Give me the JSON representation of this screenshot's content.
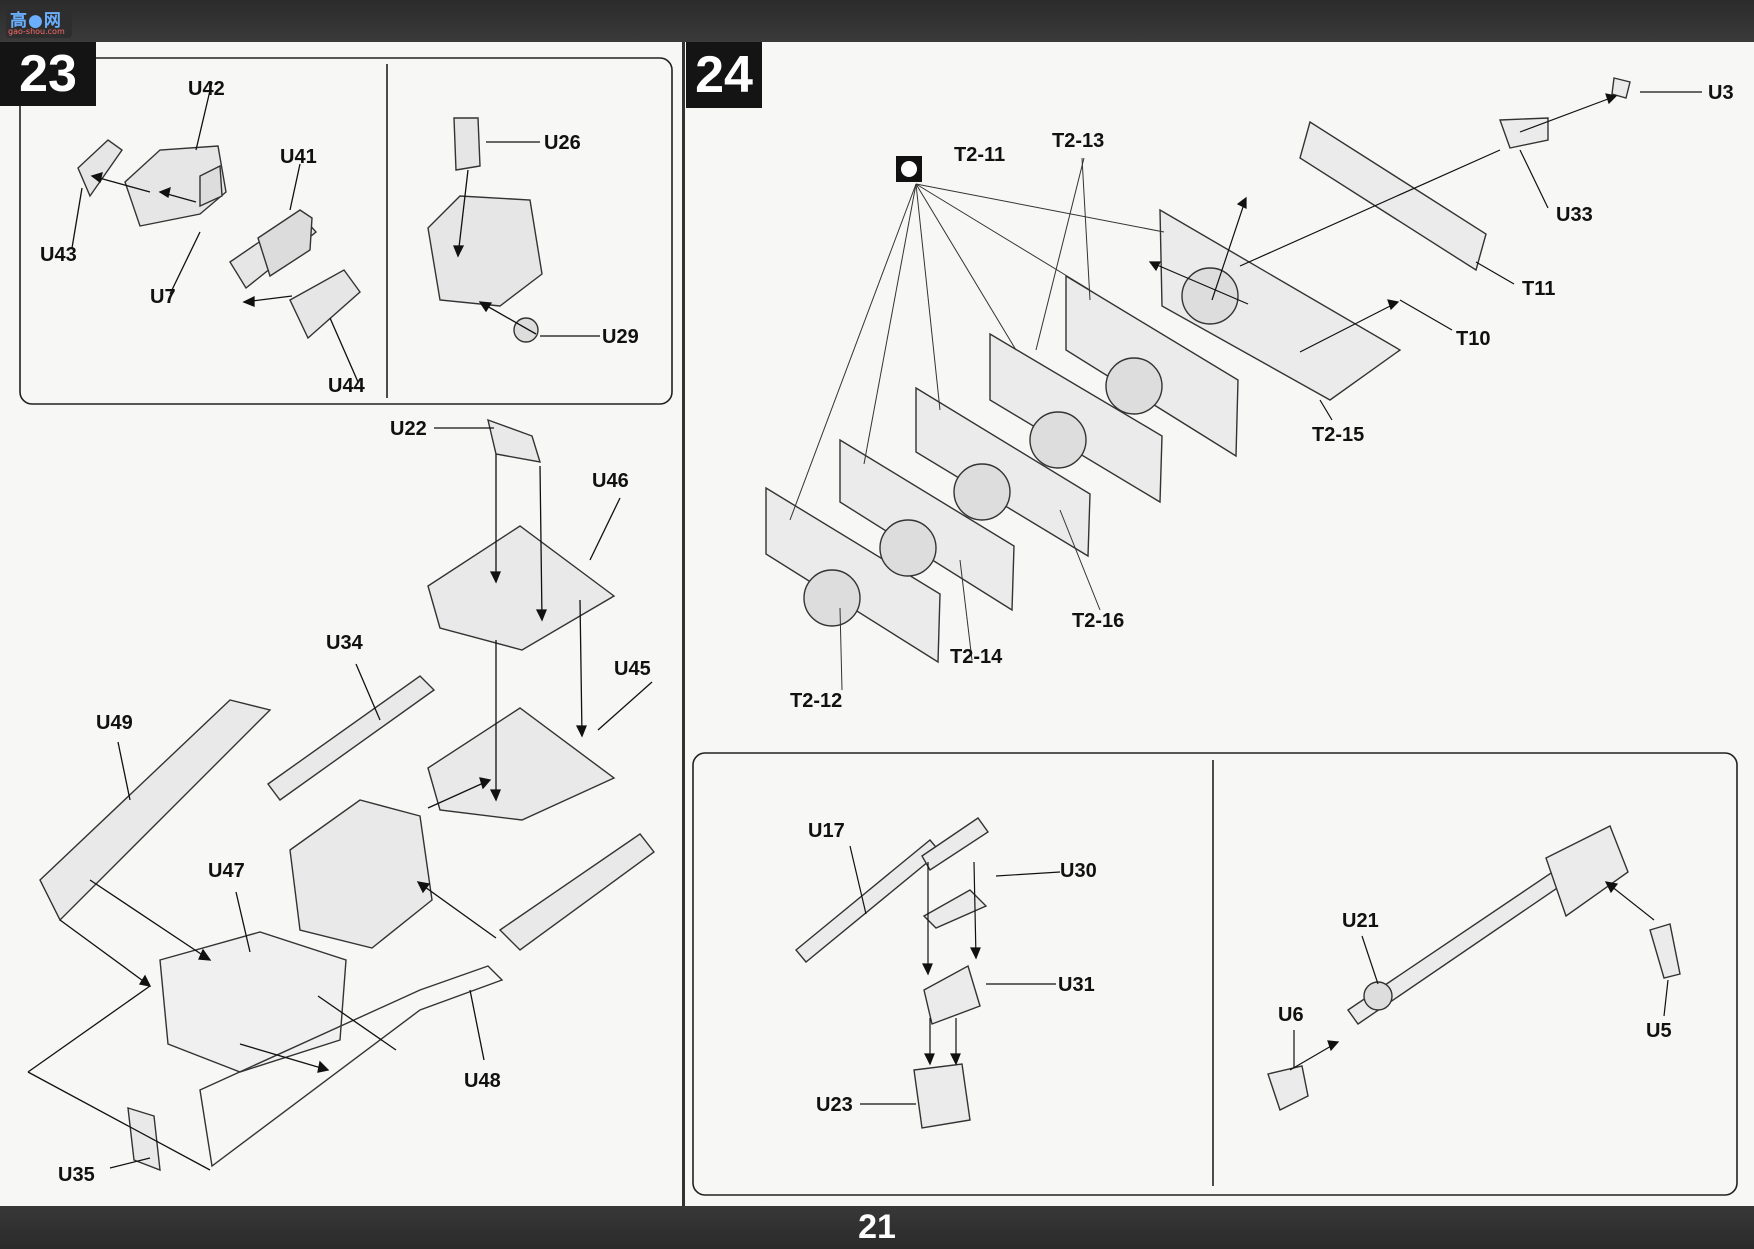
{
  "watermark": {
    "title": "高●网",
    "site": "gao-shou.com"
  },
  "page_number": "21",
  "steps": [
    {
      "number": "23",
      "callouts": [
        "U42",
        "U41",
        "U43",
        "U7",
        "U44",
        "U26",
        "U29",
        "U22",
        "U46",
        "U34",
        "U45",
        "U49",
        "U47",
        "U48",
        "U35"
      ]
    },
    {
      "number": "24",
      "callouts": [
        "U3",
        "T2-11",
        "T2-13",
        "U33",
        "T11",
        "T10",
        "T2-15",
        "T2-16",
        "T2-14",
        "T2-12",
        "U17",
        "U30",
        "U31",
        "U23",
        "U21",
        "U6",
        "U5"
      ]
    }
  ]
}
